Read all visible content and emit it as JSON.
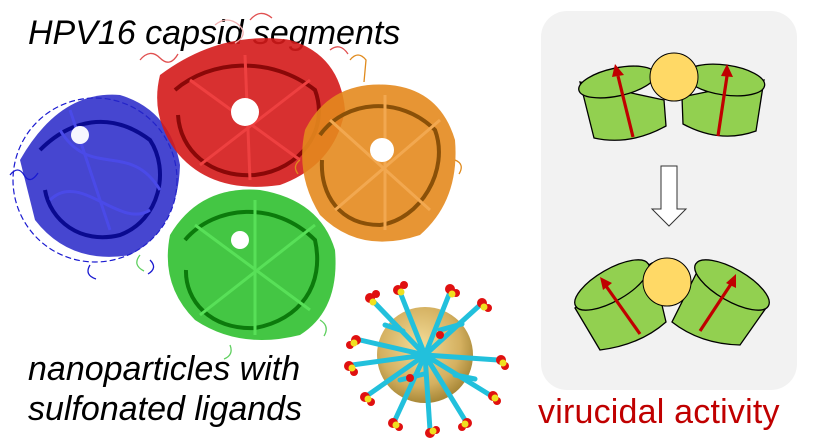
{
  "labels": {
    "capsid_title": "HPV16 capsid segments",
    "nanoparticle_line1": "nanoparticles with",
    "nanoparticle_line2": "sulfonated ligands",
    "activity_caption": "virucidal  activity"
  },
  "capsid_segments": [
    {
      "name": "segment-blue",
      "color": "#1a1ad0"
    },
    {
      "name": "segment-red",
      "color": "#d01818"
    },
    {
      "name": "segment-orange",
      "color": "#e08a1c"
    },
    {
      "name": "segment-green",
      "color": "#2ec82e"
    }
  ],
  "nanoparticle": {
    "core_color": "#d9b865",
    "ligand_color": "#22c0dc",
    "sulfur_color": "#f0e020",
    "oxygen_color": "#e01010"
  },
  "schematic": {
    "panel_color": "#f2f2f2",
    "cylinder_color": "#92d050",
    "ball_color": "#ffd966",
    "vector_color": "#c00000",
    "transition_arrow": "down-arrow",
    "states": [
      "before-binding",
      "after-binding"
    ]
  }
}
